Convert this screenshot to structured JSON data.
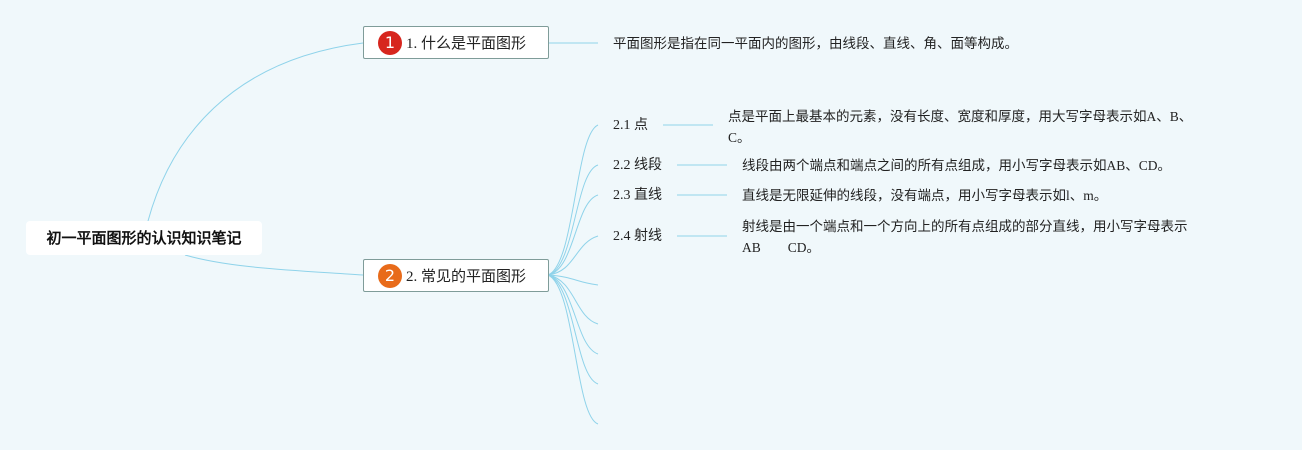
{
  "root": {
    "title": "初一平面图形的认识知识笔记"
  },
  "branches": [
    {
      "number": "1",
      "label": "1. 什么是平面图形",
      "badge_color": "#d7261e"
    },
    {
      "number": "2",
      "label": "2. 常见的平面图形",
      "badge_color": "#e86b1a"
    }
  ],
  "definition": "平面图形是指在同一平面内的图形，由线段、直线、角、面等构成。",
  "subtopics": [
    {
      "label": "2.1 点",
      "desc_line1": "点是平面上最基本的元素，没有长度、宽度和厚度，用大写字母表示如A、B、",
      "desc_line2": "C。"
    },
    {
      "label": "2.2 线段",
      "desc_line1": "线段由两个端点和端点之间的所有点组成，用小写字母表示如AB、CD。",
      "desc_line2": ""
    },
    {
      "label": "2.3 直线",
      "desc_line1": "直线是无限延伸的线段，没有端点，用小写字母表示如l、m。",
      "desc_line2": ""
    },
    {
      "label": "2.4 射线",
      "desc_line1": "射线是由一个端点和一个方向上的所有点组成的部分直线，用小写字母表示",
      "desc_line2": "AB　　CD。"
    }
  ],
  "colors": {
    "connector": "#8fd3ea",
    "background": "#f0f8fb"
  }
}
